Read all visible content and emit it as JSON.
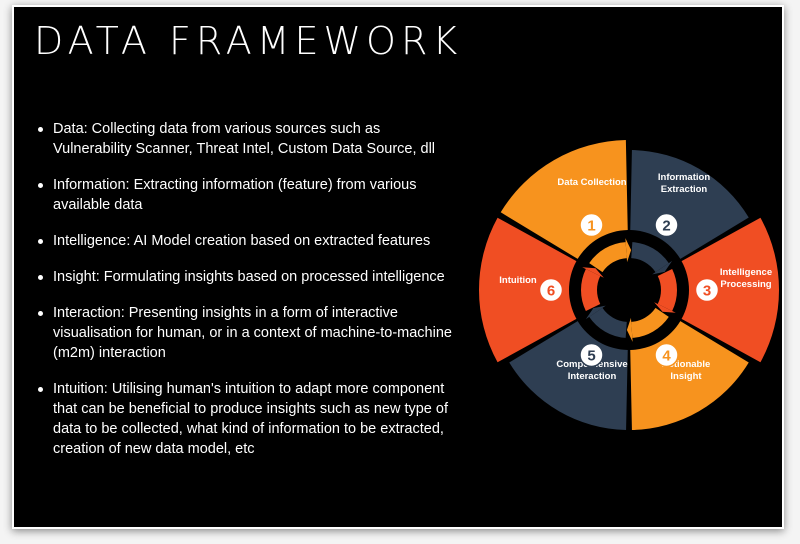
{
  "slide": {
    "title": "DATA FRAMEWORK",
    "bullets": [
      "Data: Collecting data from various sources such as Vulnerability Scanner, Threat Intel, Custom Data Source, dll",
      "Information: Extracting information (feature) from various available data",
      "Intelligence: AI Model creation based on extracted features",
      "Insight: Formulating insights based on processed intelligence",
      "Interaction: Presenting insights in a form of interactive visualisation for human, or in a context of machine-to-machine (m2m) interaction",
      "Intuition: Utilising human's intuition to adapt more component that can be beneficial to produce insights such as new type of data to be collected, what kind of information to be extracted, creation of new data model, etc"
    ]
  },
  "diagram": {
    "colors": {
      "orange": "#f7931e",
      "red": "#f04e23",
      "navy": "#2e3e52",
      "background": "#000000"
    },
    "segments": [
      {
        "number": "1",
        "lines": [
          "Data Collection"
        ],
        "color": "orange"
      },
      {
        "number": "2",
        "lines": [
          "Information",
          "Extraction"
        ],
        "color": "navy"
      },
      {
        "number": "3",
        "lines": [
          "Intelligence",
          "Processing"
        ],
        "color": "red"
      },
      {
        "number": "4",
        "lines": [
          "Actionable",
          "Insight"
        ],
        "color": "orange"
      },
      {
        "number": "5",
        "lines": [
          "Comperhensive",
          "Interaction"
        ],
        "color": "navy"
      },
      {
        "number": "6",
        "lines": [
          "Intuition"
        ],
        "color": "red"
      }
    ]
  }
}
